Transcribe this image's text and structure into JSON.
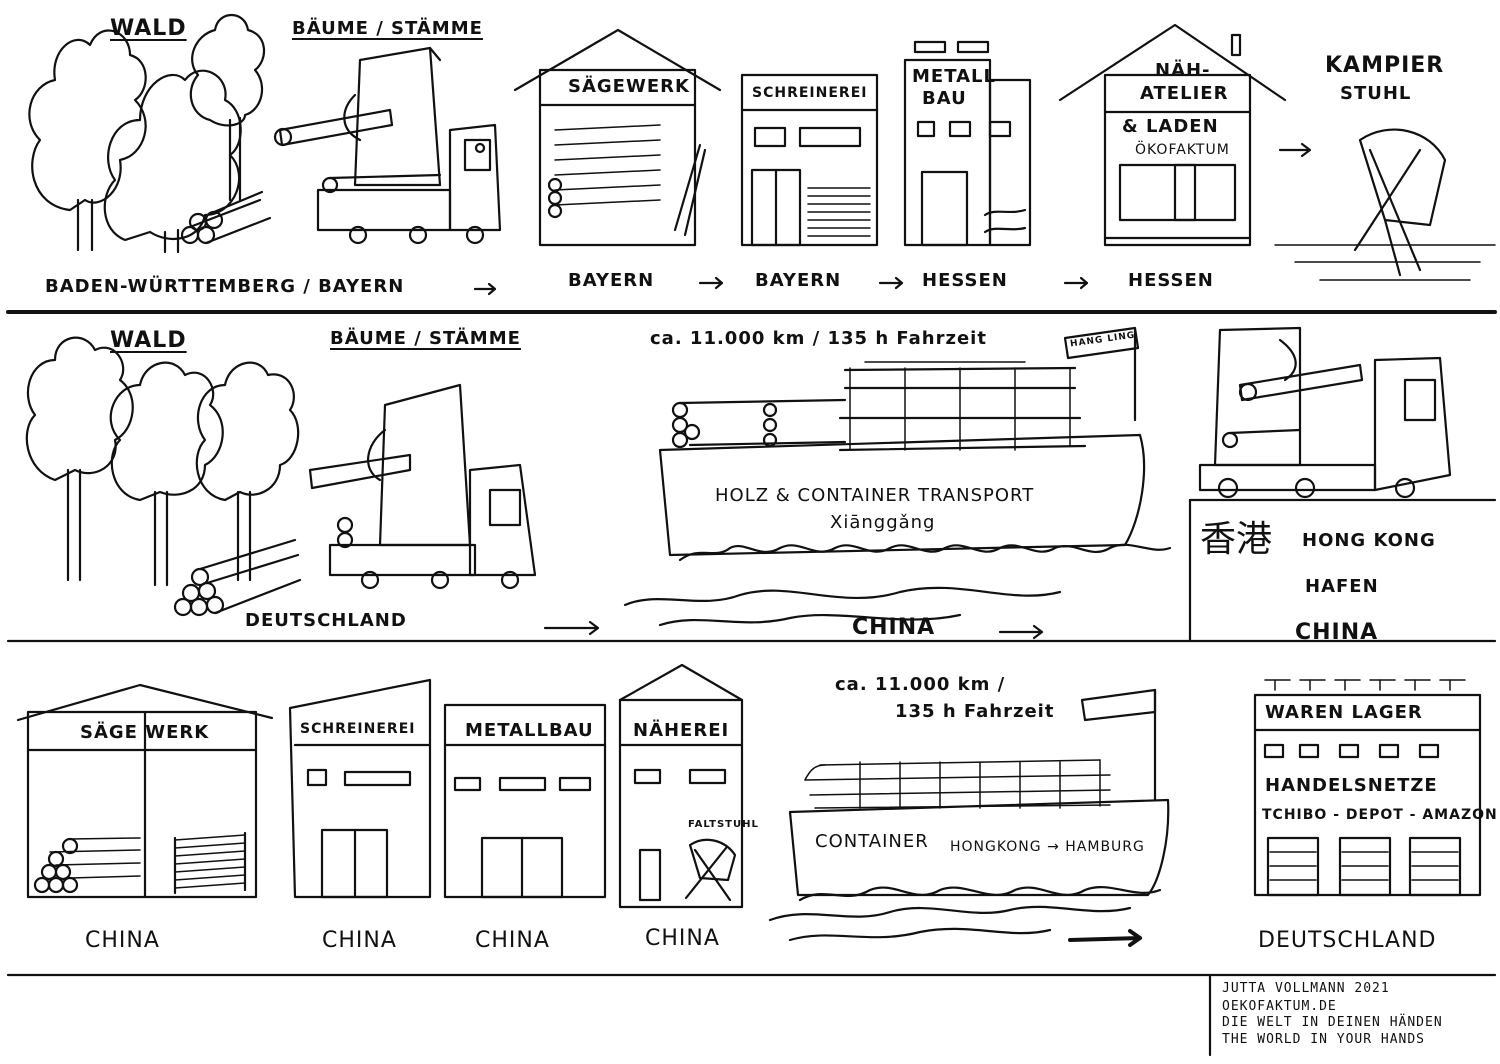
{
  "row1": {
    "wald": "WALD",
    "baeume": "BÄUME / STÄMME",
    "saegewerk": "SÄGEWERK",
    "schreinerei": "SCHREINEREI",
    "metallbau_1": "METALL",
    "metallbau_2": "BAU",
    "naeh_1": "NÄH-",
    "naeh_2": "ATELIER",
    "laden": "& LADEN",
    "oekofaktum": "ÖKOFAKTUM",
    "kampier_1": "KAMPIER",
    "kampier_2": "STUHL",
    "region_1": "BADEN-WÜRTTEMBERG / BAYERN",
    "region_2": "BAYERN",
    "region_3": "BAYERN",
    "region_4": "HESSEN",
    "region_5": "HESSEN",
    "arrow": "→"
  },
  "row2": {
    "wald": "WALD",
    "baeume": "BÄUME / STÄMME",
    "distance": "ca. 11.000 km / 135 h Fahrzeit",
    "ship_flag": "HANG LING",
    "ship_line1": "HOLZ & CONTAINER TRANSPORT",
    "ship_line2": "Xiānggǎng",
    "deutschland": "DEUTSCHLAND",
    "china": "CHINA",
    "hk_chinese": "香港",
    "hk_1": "HONG KONG",
    "hk_2": "HAFEN",
    "hk_3": "CHINA"
  },
  "row3": {
    "saegewerk": "SÄGE WERK",
    "schreinerei": "SCHREINEREI",
    "metallbau": "METALLBAU",
    "naeherei": "NÄHEREI",
    "faltstuhl": "FALTSTUHL",
    "distance_1": "ca. 11.000 km /",
    "distance_2": "135 h Fahrzeit",
    "ship_line": "CONTAINER",
    "ship_route": "HONGKONG → HAMBURG",
    "warenlager": "WAREN LAGER",
    "handelsnetze": "HANDELSNETZE",
    "retailers": "TCHIBO - DEPOT - AMAZON",
    "china_1": "CHINA",
    "china_2": "CHINA",
    "china_3": "CHINA",
    "china_4": "CHINA",
    "deutschland": "DEUTSCHLAND"
  },
  "credits": {
    "line1": "JUTTA VOLLMANN   2021",
    "line2": "OEKOFAKTUM.DE",
    "line3": "DIE WELT IN DEINEN HÄNDEN",
    "line4": "THE WORLD IN YOUR HANDS"
  }
}
